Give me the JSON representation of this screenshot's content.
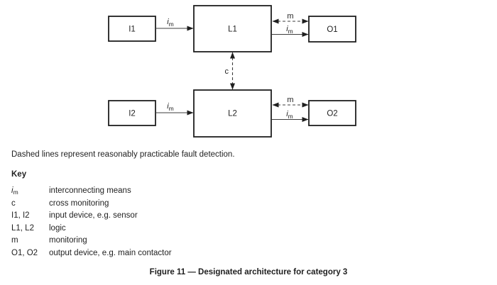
{
  "diagram": {
    "blocks": {
      "i1": "I1",
      "l1": "L1",
      "o1": "O1",
      "i2": "I2",
      "l2": "L2",
      "o2": "O2"
    },
    "labels": {
      "im_i": "i",
      "im_sub": "m",
      "m": "m",
      "c": "c"
    }
  },
  "note": "Dashed lines represent reasonably practicable fault detection.",
  "key": {
    "title": "Key",
    "rows": [
      {
        "term": "i",
        "term_sub": "m",
        "def": "interconnecting means"
      },
      {
        "term": "c",
        "term_sub": "",
        "def": "cross monitoring"
      },
      {
        "term": "I1, I2",
        "term_sub": "",
        "def": "input device, e.g. sensor"
      },
      {
        "term": "L1, L2",
        "term_sub": "",
        "def": "logic"
      },
      {
        "term": "m",
        "term_sub": "",
        "def": "monitoring"
      },
      {
        "term": "O1, O2",
        "term_sub": "",
        "def": "output device, e.g. main contactor"
      }
    ]
  },
  "caption": "Figure 11 — Designated architecture for category 3",
  "colors": {
    "background": "#ffffff",
    "box_stroke": "#1f1f1f",
    "line": "#3d3d3d",
    "text": "#1f1f1f"
  }
}
